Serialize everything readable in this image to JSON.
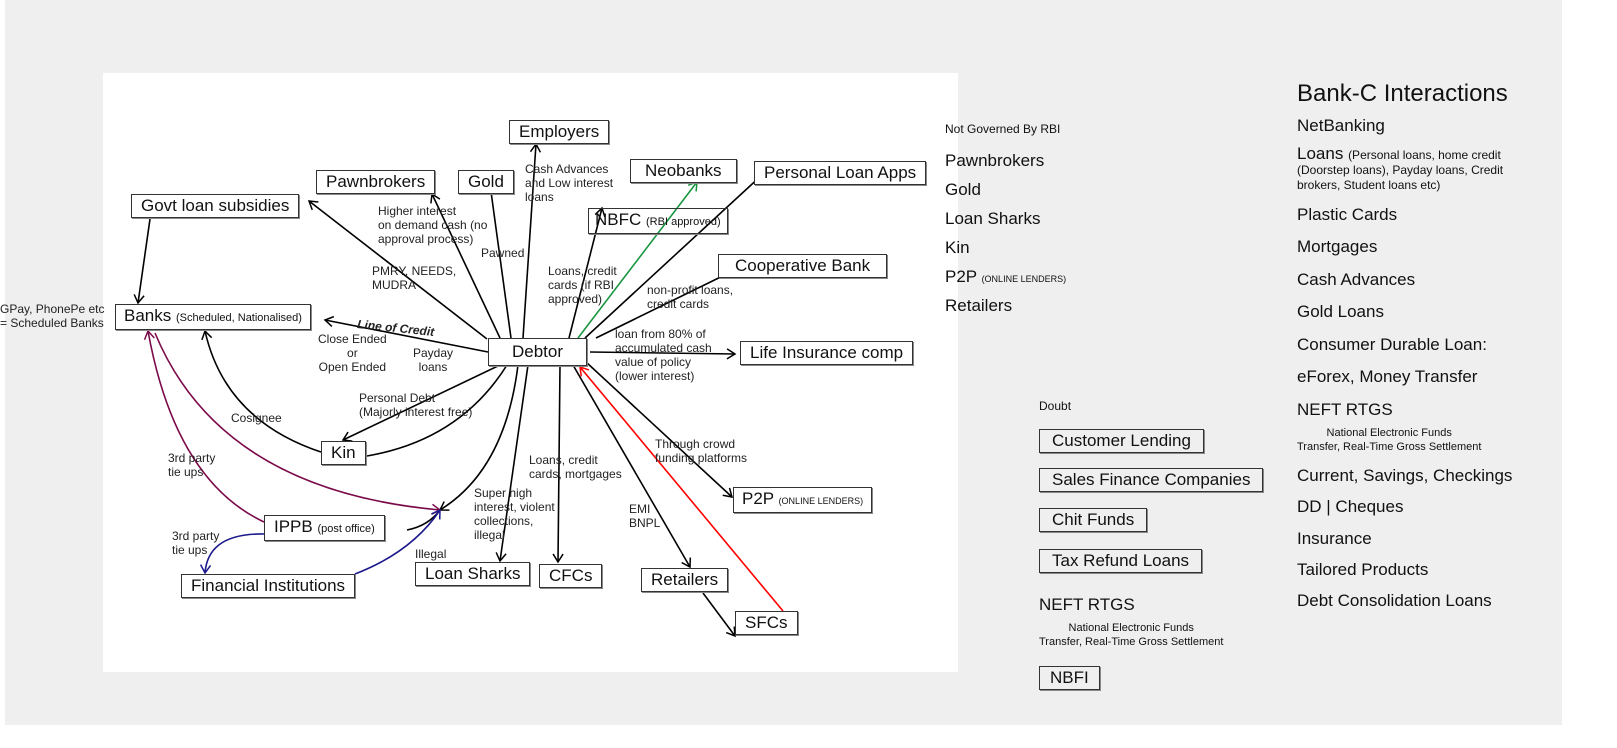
{
  "diagram": {
    "nodes": {
      "employers": "Employers",
      "pawnbrokers": "Pawnbrokers",
      "gold": "Gold",
      "neobanks": "Neobanks",
      "personal_loan_apps": "Personal Loan Apps",
      "govt_loan_subsidies": "Govt loan subsidies",
      "nbfc": {
        "label": "NBFC",
        "sub": "(RBI approved)"
      },
      "cooperative_bank": "Cooperative Bank",
      "banks": {
        "label": "Banks",
        "sub": "(Scheduled, Nationalised)"
      },
      "debtor": "Debtor",
      "life_insurance": "Life Insurance comp",
      "kin": "Kin",
      "p2p": {
        "label": "P2P",
        "sub": "(ONLINE LENDERS)"
      },
      "ippb": {
        "label": "IPPB",
        "sub": "(post office)"
      },
      "financial_institutions": "Financial Institutions",
      "loan_sharks": "Loan Sharks",
      "cfcs": "CFCs",
      "retailers": "Retailers",
      "sfcs": "SFCs"
    },
    "edge_labels": {
      "employers": "Cash Advances\nand Low interest\nloans",
      "pawnbrokers": "Higher interest\non demand cash (no\napproval process)",
      "gold": "Pawned",
      "govt": "PMRY, NEEDS,\nMUDRA",
      "nbfc": "Loans, credit\ncards (if RBI\napproved)",
      "cooperative": "non-profit loans,\ncredit cards",
      "life_insurance": "loan from 80% of\naccumulated cash\nvalue of policy\n(lower interest)",
      "line_of_credit": "Line of Credit",
      "close_open": "Close Ended\nor\nOpen Ended",
      "payday": "Payday\nloans",
      "personal_debt": "Personal Debt\n(Majorly interest free)",
      "cosignee": "Cosignee",
      "tie_ups_1": "3rd party\ntie ups",
      "tie_ups_2": "3rd party\ntie ups",
      "cfcs": "Loans, credit\ncards, mortgages",
      "p2p": "Through crowd\nfunding platforms",
      "loan_sharks": "Super high\ninterest, violent\ncollections,\nillegal",
      "retailers": "EMI\nBNPL",
      "illegal": "Illegal"
    },
    "colors": {
      "default": "#000000",
      "green": "#1a9641",
      "red": "#ff0000",
      "purple": "#7b0a4a",
      "blue": "#1c1a8c"
    }
  },
  "side_note": "GPay, PhonePe etc\n= Scheduled Banks",
  "not_governed": {
    "title": "Not Governed By RBI",
    "items": [
      "Pawnbrokers",
      "Gold",
      "Loan Sharks",
      "Kin",
      "P2P",
      "Retailers"
    ],
    "p2p_sub": "(ONLINE LENDERS)"
  },
  "doubt": {
    "title": "Doubt",
    "boxes": [
      "Customer Lending",
      "Sales Finance Companies",
      "Chit Funds",
      "Tax Refund Loans"
    ],
    "neft": "NEFT RTGS",
    "neft_sub": "National Electronic Funds\nTransfer, Real-Time Gross Settlement",
    "nbfi": "NBFI"
  },
  "bank_c": {
    "title": "Bank-C Interactions",
    "netbanking": "NetBanking",
    "loans": "Loans",
    "loans_sub": "(Personal loans, home credit",
    "loans_sub2": "(Doorstep loans), Payday loans, Credit",
    "loans_sub3": "brokers, Student loans etc)",
    "items": [
      "Plastic Cards",
      "Mortgages",
      "Cash Advances",
      "Gold Loans",
      "Consumer Durable Loan:",
      "eForex, Money Transfer",
      "NEFT RTGS"
    ],
    "neft_sub": "National Electronic Funds\nTransfer, Real-Time Gross Settlement",
    "items2": [
      "Current, Savings, Checkings",
      "DD | Cheques",
      "Insurance",
      "Tailored Products",
      "Debt Consolidation Loans"
    ]
  }
}
